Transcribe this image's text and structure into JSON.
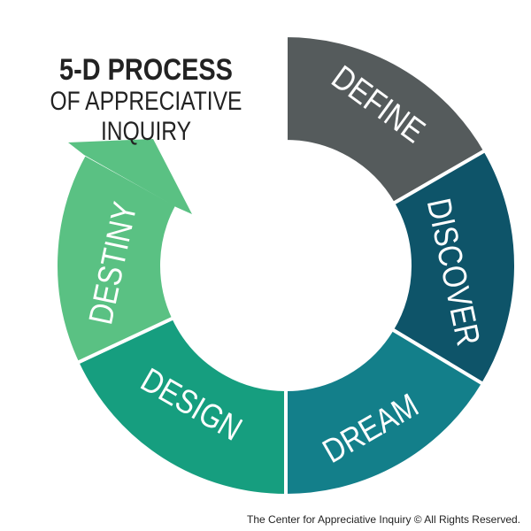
{
  "title": {
    "line1": "5-D PROCESS",
    "line2": "OF APPRECIATIVE INQUIRY"
  },
  "segments": [
    {
      "label": "DEFINE",
      "color": "#555b5c"
    },
    {
      "label": "DISCOVER",
      "color": "#0e5469"
    },
    {
      "label": "DREAM",
      "color": "#137f8a"
    },
    {
      "label": "DESIGN",
      "color": "#169e7f"
    },
    {
      "label": "DESTINY",
      "color": "#5ac183"
    }
  ],
  "footer": "The Center for Appreciative Inquiry © All Rights Reserved."
}
